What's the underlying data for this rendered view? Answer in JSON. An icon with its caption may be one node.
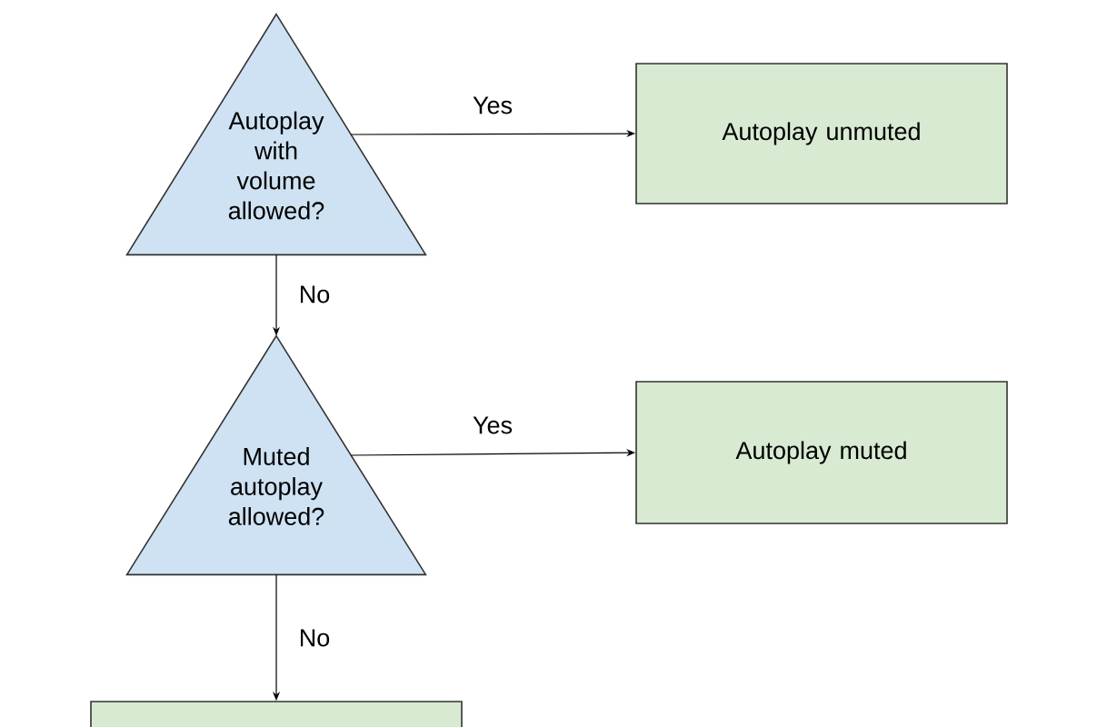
{
  "diagram": {
    "nodes": [
      {
        "text": [
          "Autoplay with volume allowed?"
        ]
      },
      {
        "text": [
          "Autoplay unmuted"
        ]
      },
      {
        "text": [
          "Muted autoplay allowed?"
        ]
      },
      {
        "text": [
          "Autoplay muted"
        ]
      },
      {
        "text": [],
        "shape": "box"
      }
    ],
    "edges": [
      {
        "from": 0,
        "to": 1,
        "arrow": "to",
        "label": "Yes"
      },
      {
        "from": 0,
        "to": 2,
        "arrow": "to",
        "label": "No"
      },
      {
        "from": 2,
        "to": 3,
        "arrow": "to",
        "label": "Yes"
      },
      {
        "from": 2,
        "to": 4,
        "arrow": "to",
        "label": "No"
      }
    ]
  }
}
